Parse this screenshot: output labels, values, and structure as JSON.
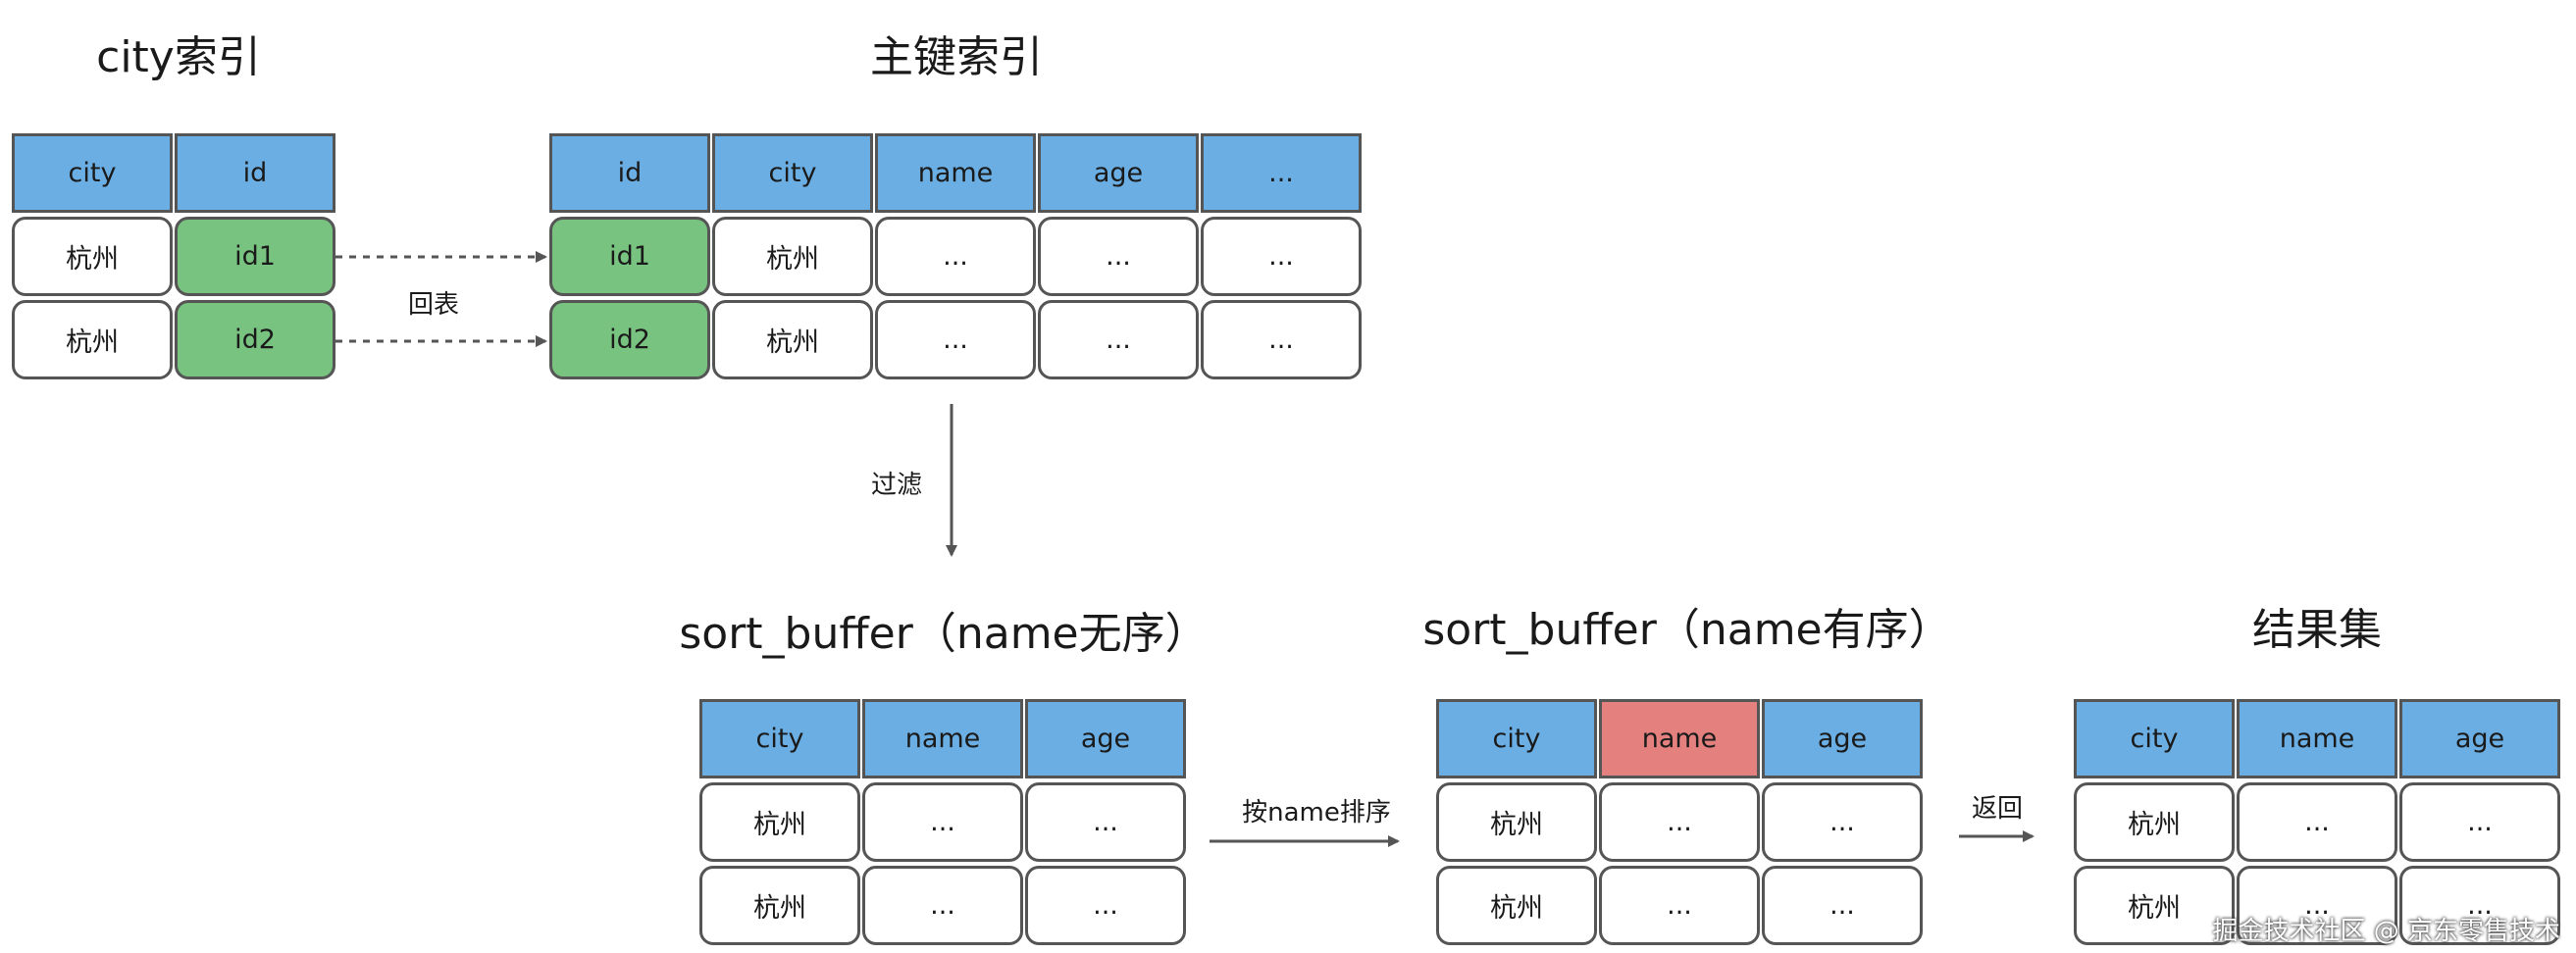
{
  "city_index": {
    "title": "city索引",
    "header": [
      "city",
      "id"
    ],
    "rows": [
      [
        "杭州",
        "id1"
      ],
      [
        "杭州",
        "id2"
      ]
    ]
  },
  "primary_index": {
    "title": "主键索引",
    "header": [
      "id",
      "city",
      "name",
      "age",
      "..."
    ],
    "rows": [
      [
        "id1",
        "杭州",
        "...",
        "...",
        "..."
      ],
      [
        "id2",
        "杭州",
        "...",
        "...",
        "..."
      ]
    ]
  },
  "sort_unsorted": {
    "title": "sort_buffer（name无序）",
    "header": [
      "city",
      "name",
      "age"
    ],
    "rows": [
      [
        "杭州",
        "...",
        "..."
      ],
      [
        "杭州",
        "...",
        "..."
      ]
    ]
  },
  "sort_sorted": {
    "title": "sort_buffer（name有序）",
    "header": [
      "city",
      "name",
      "age"
    ],
    "rows": [
      [
        "杭州",
        "...",
        "..."
      ],
      [
        "杭州",
        "...",
        "..."
      ]
    ]
  },
  "result": {
    "title": "结果集",
    "header": [
      "city",
      "name",
      "age"
    ],
    "rows": [
      [
        "杭州",
        "...",
        "..."
      ],
      [
        "杭州",
        "...",
        "..."
      ]
    ]
  },
  "labels": {
    "back_to_table": "回表",
    "filter": "过滤",
    "sort_by_name": "按name排序",
    "return": "返回"
  },
  "watermark": "掘金技术社区 @ 京东零售技术",
  "colors": {
    "header_blue": "#6aaee3",
    "key_green": "#79c381",
    "sorted_red": "#e4817f",
    "border": "#555555"
  }
}
